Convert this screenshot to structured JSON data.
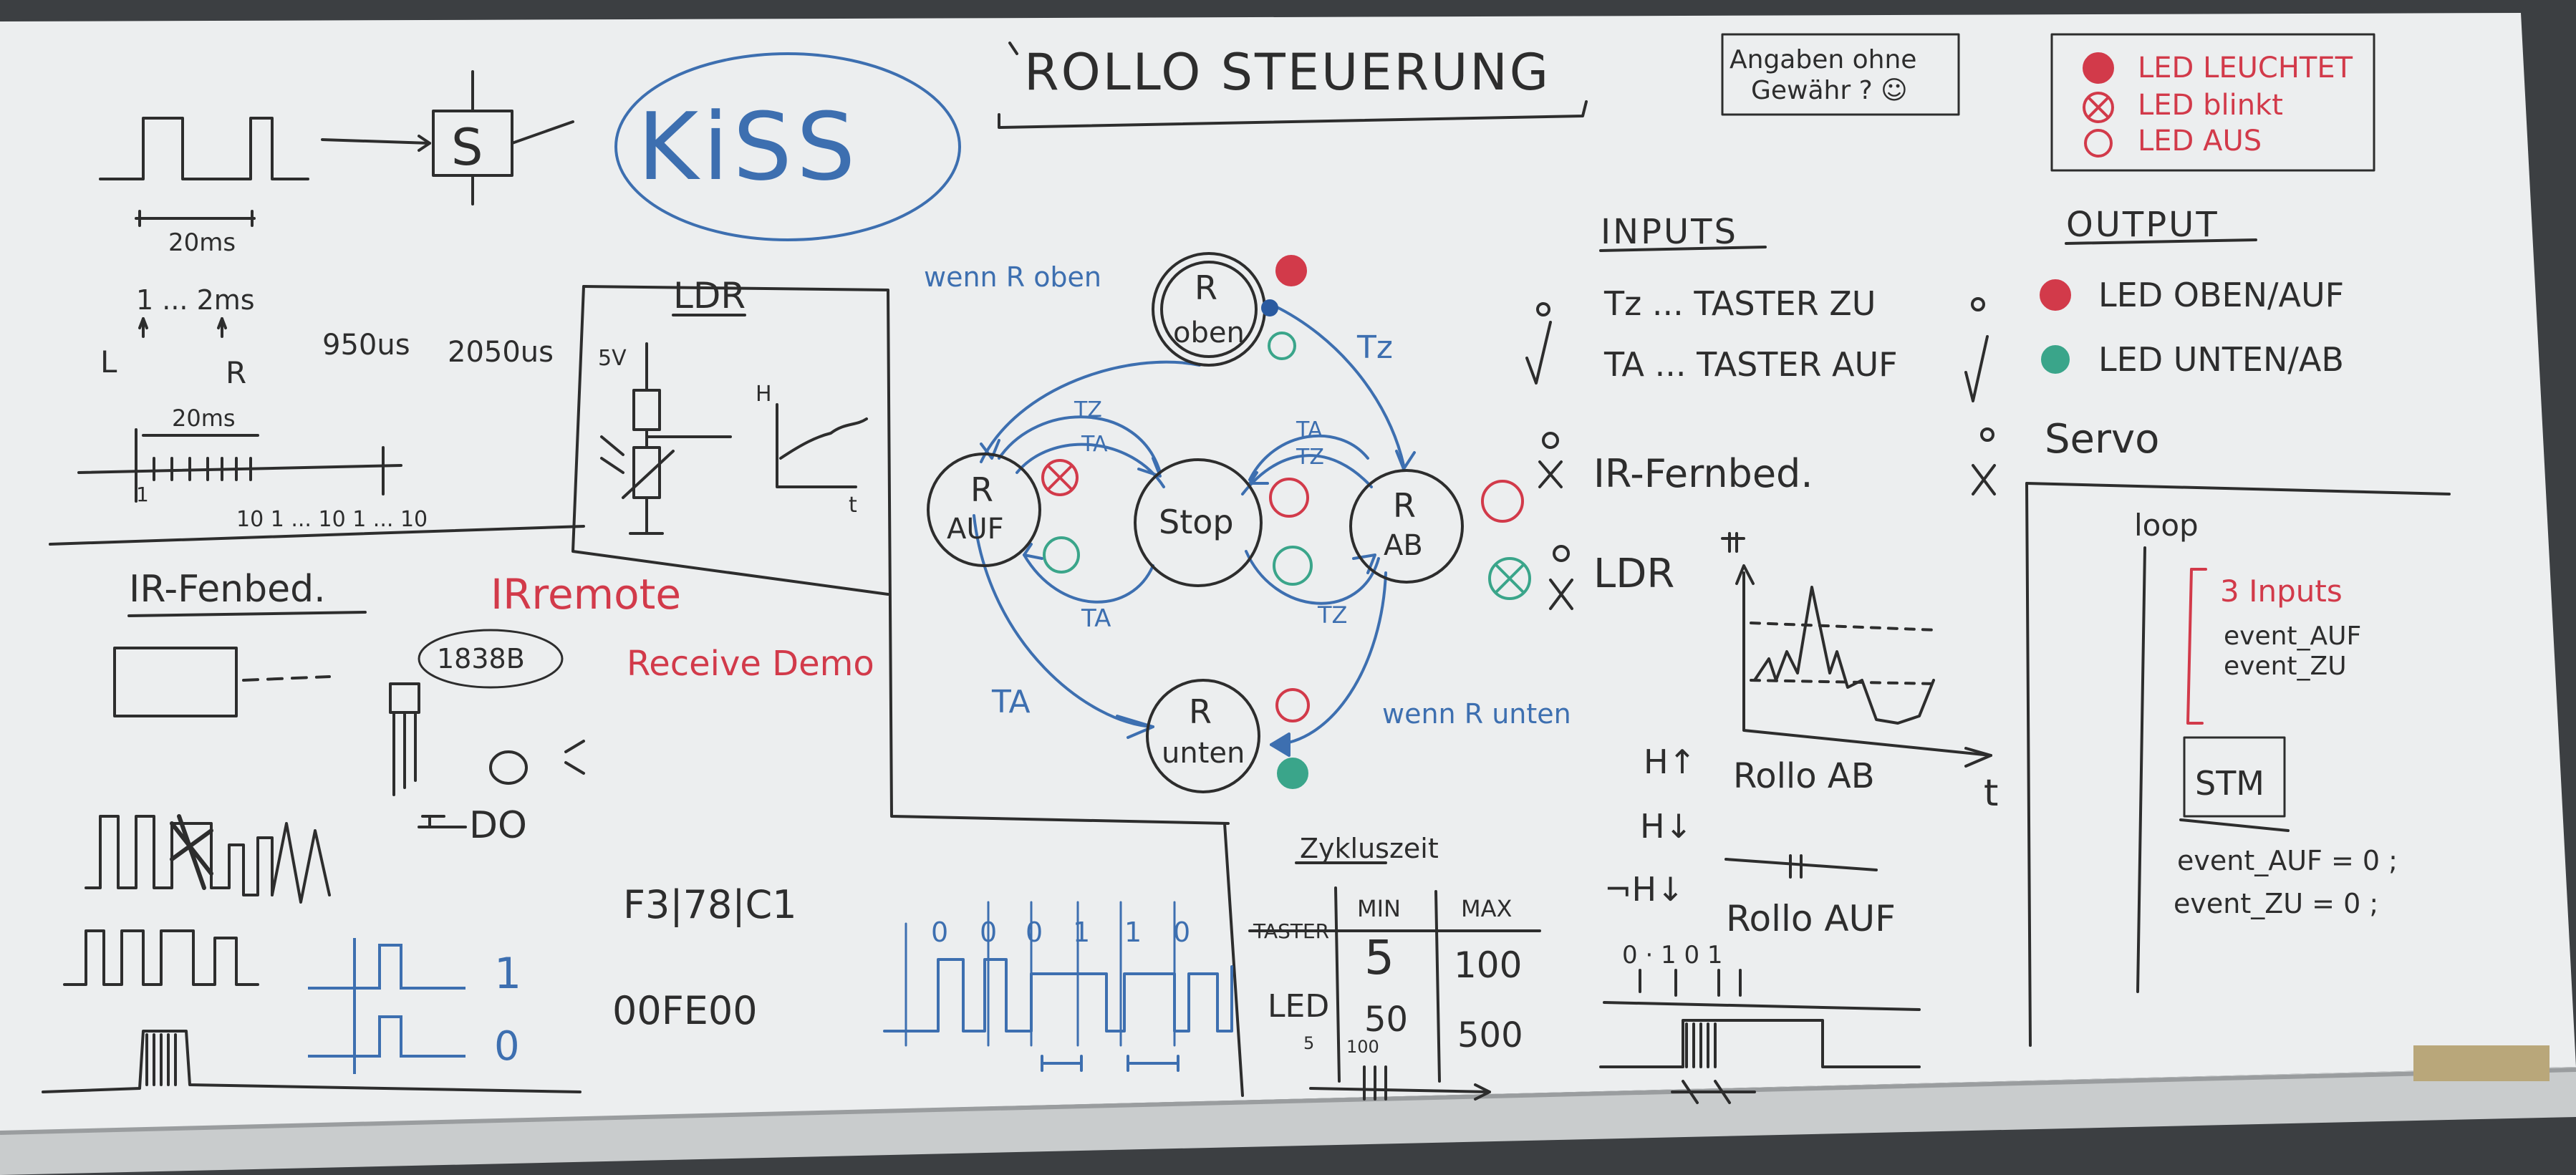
{
  "title": "ROLLO STEUERUNG",
  "kiss": "KiSS",
  "disclaimer": {
    "line1": "Angaben ohne",
    "line2": "Gewähr ? ☺"
  },
  "legend": {
    "lit": "LED LEUCHTET",
    "blink": "LED blinkt",
    "off": "LED AUS"
  },
  "servo_pulse": {
    "period": "20ms",
    "switch_label": "S"
  },
  "pulse_width": {
    "range": "1 ... 2ms",
    "left": "L",
    "right": "R",
    "min_us": "950us",
    "max_us": "2050us",
    "period": "20ms",
    "counts": "10 1 ... 10 1 ... 10",
    "first": "1"
  },
  "ldr": {
    "title": "LDR",
    "supply": "5V",
    "axis_y": "H",
    "axis_x": "t"
  },
  "ir": {
    "title": "IR-Fenbed.",
    "library": "IRremote",
    "chip": "1838B",
    "demo": "Receive Demo",
    "pin": "DO",
    "code1": "F3|78|C1",
    "code2": "00FE00",
    "bit1": "1",
    "bit0": "0"
  },
  "states": {
    "oben_r": "R",
    "oben": "oben",
    "auf_r": "R",
    "auf": "AUF",
    "stop": "Stop",
    "ab_r": "R",
    "ab": "AB",
    "unten_r": "R",
    "unten": "unten"
  },
  "transitions": {
    "wenn_r_oben": "wenn R oben",
    "wenn_r_unten": "wenn R unten",
    "tz": "Tz",
    "ta": "TA",
    "tz_small": "TZ",
    "ta_small": "TA"
  },
  "bits": [
    "0",
    "0",
    "0",
    "1",
    "1",
    "0"
  ],
  "cycle_table": {
    "title": "Zykluszeit",
    "col_min": "MIN",
    "col_max": "MAX",
    "row1": "TASTER",
    "row1_min": "5",
    "row1_max": "100",
    "row2": "LED",
    "row2_min": "50",
    "row2_max": "500",
    "axis_a": "5",
    "axis_b": "100"
  },
  "inputs": {
    "title": "INPUTS",
    "tz": "Tz ... TASTER ZU",
    "ta": "TA ... TASTER AUF",
    "ir": "IR-Fernbed.",
    "ldr": "LDR",
    "h": "H"
  },
  "outputs": {
    "title": "OUTPUT",
    "led_top": "LED OBEN/AUF",
    "led_bottom": "LED UNTEN/AB",
    "servo": "Servo"
  },
  "ldr_graph": {
    "axis_y": "H",
    "axis_x": "t"
  },
  "hysteresis": {
    "up": "H↑",
    "rollo_ab": "Rollo AB",
    "down": "H↓",
    "not_down": "¬H↓",
    "rollo_auf": "Rollo AUF",
    "seq": "0 · 1 0 1"
  },
  "loop": {
    "label": "loop",
    "inputs": "3 Inputs",
    "event_auf": "event_AUF",
    "event_zu": "event_ZU",
    "stm": "STM",
    "reset1": "event_AUF = 0 ;",
    "reset2": "event_ZU = 0 ;"
  },
  "colors": {
    "blue": "#3d6fb0",
    "red": "#d23a4a",
    "green": "#3aa58a",
    "ink": "#2d2d2d",
    "board": "#eceeef"
  }
}
